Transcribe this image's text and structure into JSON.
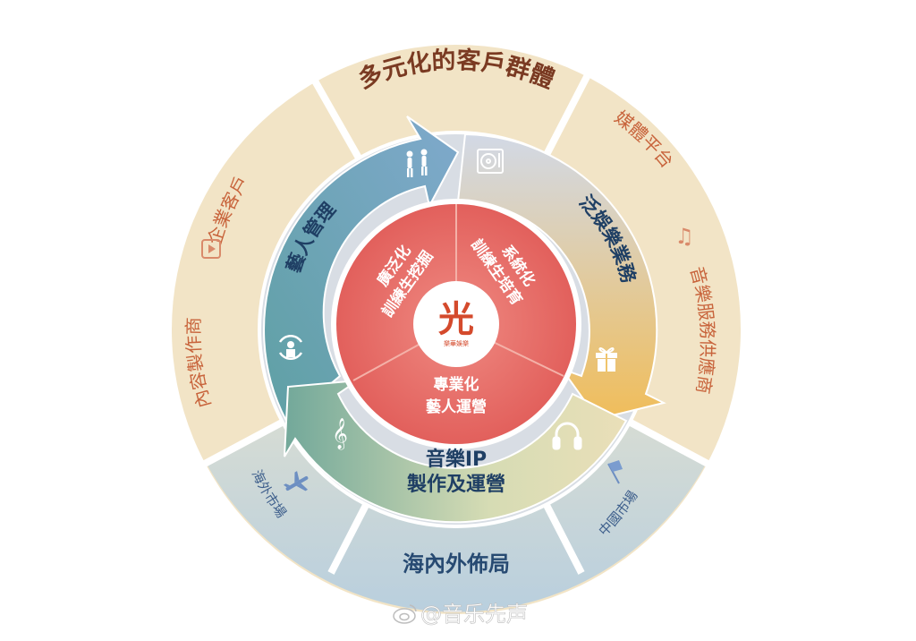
{
  "diagram": {
    "outer_ring": {
      "top_segment": {
        "title": "多元化的客戶群體",
        "left_items": [
          {
            "label": "企業客戶",
            "icon": "play-video-icon"
          },
          {
            "label": "內容製作商"
          }
        ],
        "right_items": [
          {
            "label": "媒體平台",
            "icon": "music-note-icon"
          },
          {
            "label": "音樂服務供應商"
          }
        ]
      },
      "bottom_segment": {
        "title": "海內外佈局",
        "left_item": {
          "label": "海外市場",
          "icon": "airplane-icon"
        },
        "right_item": {
          "label": "中國市場",
          "icon": "flag-icon"
        }
      }
    },
    "middle_ring": {
      "segments": [
        {
          "label": "藝人管理",
          "icons": [
            "dancers-icon",
            "people-cycle-icon"
          ],
          "color": "#5e9cae"
        },
        {
          "label": "泛娛樂業務",
          "icons": [
            "turntable-icon",
            "gift-icon"
          ],
          "color": "#e9c27a"
        },
        {
          "label_line1": "音樂IP",
          "label_line2": "製作及運營",
          "icons": [
            "treble-clef-icon",
            "headphones-icon"
          ],
          "color": "#a9c4a6"
        }
      ]
    },
    "core": {
      "segments": [
        {
          "line1": "廣泛化",
          "line2": "訓練生挖掘"
        },
        {
          "line1": "系統化",
          "line2": "訓練生培育"
        },
        {
          "line1": "專業化",
          "line2": "藝人運營"
        }
      ],
      "color": "#e8706a",
      "logo": {
        "glyph": "光",
        "caption": "樂華娛樂",
        "color": "#d44a2c"
      }
    },
    "colors": {
      "outer_cream": "#f2e4c6",
      "outer_blue": "#c6d6e2",
      "title_brown": "#7a3a22",
      "label_orange": "#c8643c",
      "label_blue": "#3e5f8c",
      "ring_text_navy": "#1f3f64"
    }
  },
  "watermark": {
    "text": "@音乐先声",
    "icon": "weibo-icon"
  }
}
